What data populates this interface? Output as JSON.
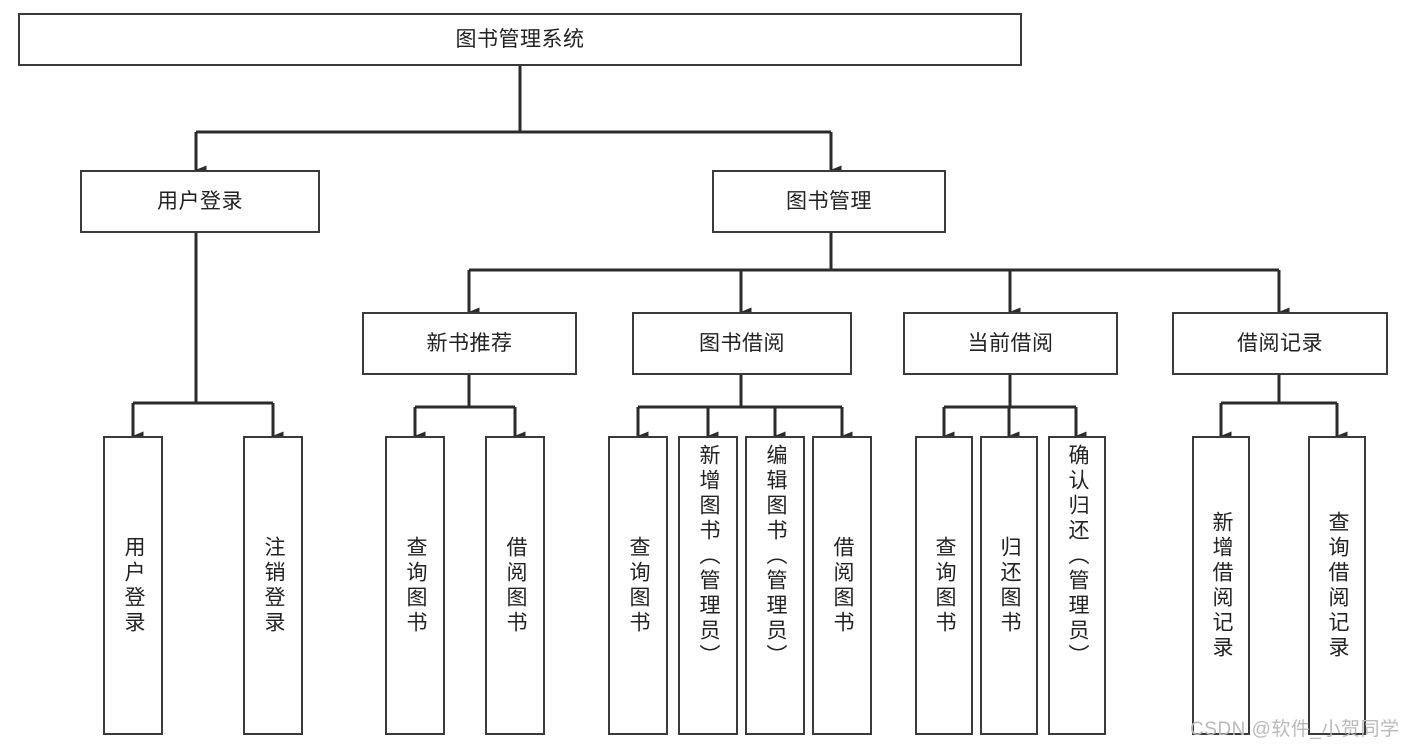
{
  "diagram": {
    "title": "图书管理系统",
    "root": {
      "label": "图书管理系统"
    },
    "level1": [
      {
        "label": "用户登录"
      },
      {
        "label": "图书管理"
      }
    ],
    "level2": [
      {
        "label": "新书推荐"
      },
      {
        "label": "图书借阅"
      },
      {
        "label": "当前借阅"
      },
      {
        "label": "借阅记录"
      }
    ],
    "leaves": {
      "user_login": [
        {
          "label": "用户登录"
        },
        {
          "label": "注销登录"
        }
      ],
      "new_book_recommend": [
        {
          "label": "查询图书"
        },
        {
          "label": "借阅图书"
        }
      ],
      "book_borrow": [
        {
          "label": "查询图书"
        },
        {
          "label": "新增图书（管理员）"
        },
        {
          "label": "编辑图书（管理员）"
        },
        {
          "label": "借阅图书"
        }
      ],
      "current_borrow": [
        {
          "label": "查询图书"
        },
        {
          "label": "归还图书"
        },
        {
          "label": "确认归还（管理员）"
        }
      ],
      "borrow_record": [
        {
          "label": "新增借阅记录"
        },
        {
          "label": "查询借阅记录"
        }
      ]
    },
    "watermark": "CSDN @软件_小贺同学",
    "colors": {
      "box_border": "#3a3a3a",
      "connector": "#2b2b2b",
      "text": "#222222",
      "background": "#ffffff",
      "watermark": "#b9b9b9"
    }
  }
}
